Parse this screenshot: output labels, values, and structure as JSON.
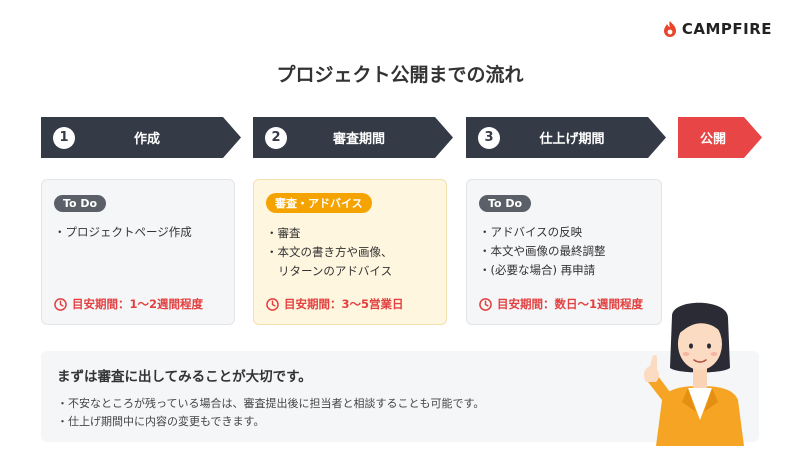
{
  "brand": {
    "name": "CAMPFIRE"
  },
  "page": {
    "title": "プロジェクト公開までの流れ"
  },
  "steps": [
    {
      "num": "1",
      "label": "作成"
    },
    {
      "num": "2",
      "label": "審査期間"
    },
    {
      "num": "3",
      "label": "仕上げ期間"
    },
    {
      "label": "公開"
    }
  ],
  "cards": [
    {
      "badge": "To Do",
      "items": [
        "プロジェクトページ作成"
      ],
      "period": "目安期間：1〜2週間程度"
    },
    {
      "badge": "審査・アドバイス",
      "items": [
        "審査",
        "本文の書き方や画像、",
        "リターンのアドバイス"
      ],
      "period": "目安期間：3〜5営業日"
    },
    {
      "badge": "To Do",
      "items": [
        "アドバイスの反映",
        "本文や画像の最終調整",
        "(必要な場合) 再申請"
      ],
      "period": "目安期間：数日〜1週間程度"
    }
  ],
  "note": {
    "title": "まずは審査に出してみることが大切です。",
    "lines": [
      "不安なところが残っている場合は、審査提出後に担当者と相談することも可能です。",
      "仕上げ期間中に内容の変更もできます。"
    ]
  },
  "colors": {
    "step_dark": "#353b46",
    "publish_red": "#e84646",
    "period_red": "#e34040",
    "review_card_bg": "#fff6e0",
    "review_badge": "#f5a300",
    "todo_badge": "#5b6068"
  },
  "icons": {
    "logo": "flame-icon",
    "period": "clock-icon",
    "illustration": "pointing-woman-illustration"
  }
}
